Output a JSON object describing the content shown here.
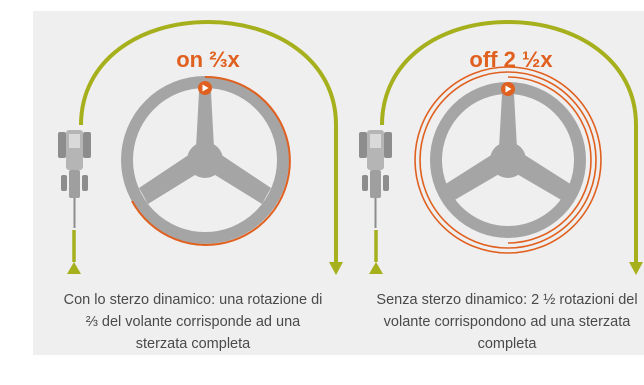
{
  "colors": {
    "background": "#efefef",
    "path": "#a6b01c",
    "highlight": "#e0601f",
    "wheel": "#a5a5a5",
    "caption": "#4a4a4a"
  },
  "left": {
    "label": "on ⅔x",
    "caption": "Con lo sterzo dinamico: una rotazione di ⅔ del volante corrisponde ad una sterzata completa"
  },
  "right": {
    "label": "off 2 ½x",
    "caption": "Senza sterzo dinamico: 2 ½ rotazioni del volante corrispondono ad una sterzata completa"
  },
  "icons": {
    "steering_wheel": "steering-wheel-icon",
    "tractor": "tractor-icon",
    "play": "play-marker-icon"
  }
}
